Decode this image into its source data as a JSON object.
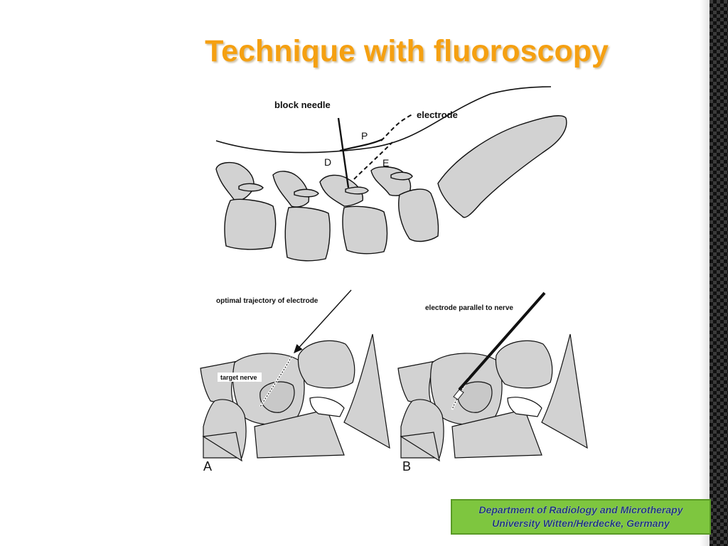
{
  "slide": {
    "title": "Technique with fluoroscopy"
  },
  "top_diagram": {
    "labels": {
      "block_needle": "block needle",
      "electrode": "electrode",
      "p": "P",
      "d": "D",
      "e": "E"
    }
  },
  "panel_a": {
    "caption": "optimal trajectory of electrode",
    "target_label": "target nerve",
    "letter": "A"
  },
  "panel_b": {
    "caption": "electrode parallel to nerve",
    "letter": "B"
  },
  "footer": {
    "line1": "Department of Radiology and Microtherapy",
    "line2": "University Witten/Herdecke, Germany"
  },
  "colors": {
    "title": "#f5a011",
    "footer_bg": "#7ec63f",
    "footer_text": "#1f3a7a",
    "bone_fill": "#d2d2d2"
  }
}
